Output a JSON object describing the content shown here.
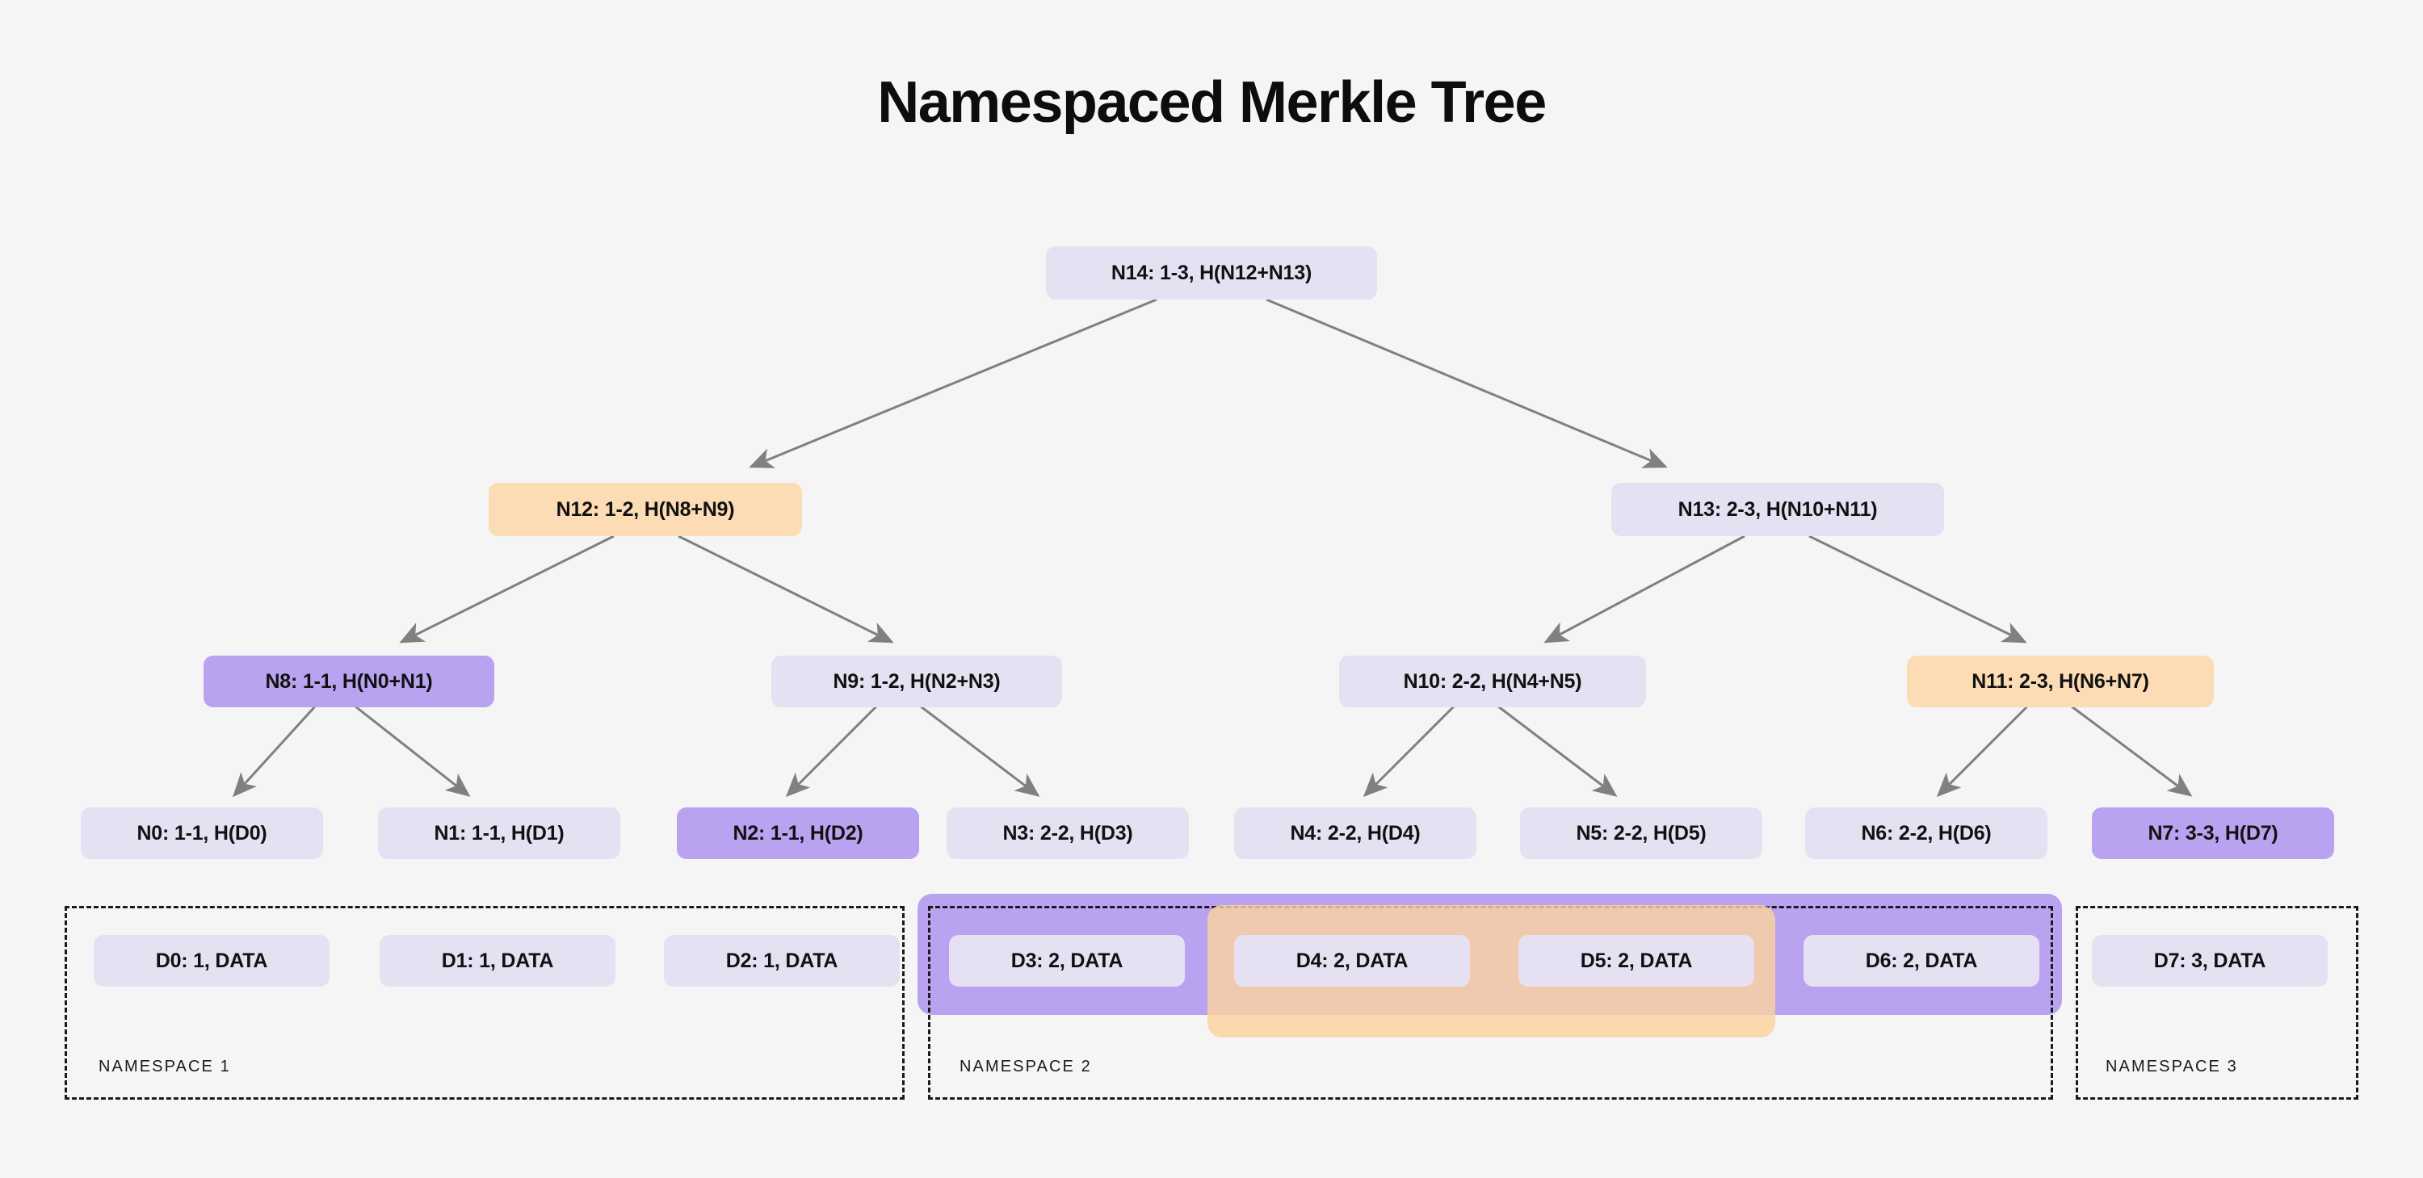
{
  "title": "Namespaced Merkle Tree",
  "colors": {
    "background": "#f5f5f5",
    "lavender": "#e6e1f2",
    "purple": "#b9a3f0",
    "orange": "#fbdcb4",
    "band_purple": "#b9a3f0",
    "band_orange": "#fbd3a0",
    "edge": "#808080",
    "text": "#111111"
  },
  "tree": {
    "root": {
      "label": "N14: 1-3, H(N12+N13)",
      "fill": "lavender"
    },
    "level2": [
      {
        "label": "N12: 1-2, H(N8+N9)",
        "fill": "orange"
      },
      {
        "label": "N13: 2-3, H(N10+N11)",
        "fill": "lavender"
      }
    ],
    "level3": [
      {
        "label": "N8: 1-1, H(N0+N1)",
        "fill": "purple"
      },
      {
        "label": "N9: 1-2, H(N2+N3)",
        "fill": "lavender"
      },
      {
        "label": "N10: 2-2, H(N4+N5)",
        "fill": "lavender"
      },
      {
        "label": "N11: 2-3, H(N6+N7)",
        "fill": "orange"
      }
    ],
    "leaves": [
      {
        "label": "N0: 1-1, H(D0)",
        "fill": "lavender"
      },
      {
        "label": "N1: 1-1, H(D1)",
        "fill": "lavender"
      },
      {
        "label": "N2: 1-1, H(D2)",
        "fill": "purple"
      },
      {
        "label": "N3: 2-2, H(D3)",
        "fill": "lavender"
      },
      {
        "label": "N4: 2-2, H(D4)",
        "fill": "lavender"
      },
      {
        "label": "N5: 2-2, H(D5)",
        "fill": "lavender"
      },
      {
        "label": "N6: 2-2, H(D6)",
        "fill": "lavender"
      },
      {
        "label": "N7: 3-3, H(D7)",
        "fill": "purple"
      }
    ],
    "data": [
      {
        "label": "D0: 1, DATA"
      },
      {
        "label": "D1: 1, DATA"
      },
      {
        "label": "D2: 1, DATA"
      },
      {
        "label": "D3: 2, DATA"
      },
      {
        "label": "D4: 2, DATA"
      },
      {
        "label": "D5: 2, DATA"
      },
      {
        "label": "D6: 2, DATA"
      },
      {
        "label": "D7: 3, DATA"
      }
    ]
  },
  "namespaces": [
    {
      "label": "NAMESPACE 1",
      "members": "D0,D1,D2"
    },
    {
      "label": "NAMESPACE 2",
      "members": "D3,D4,D5,D6"
    },
    {
      "label": "NAMESPACE 3",
      "members": "D7"
    }
  ],
  "highlights": {
    "purple_span": "D3-D6",
    "orange_span": "D4-D5"
  }
}
